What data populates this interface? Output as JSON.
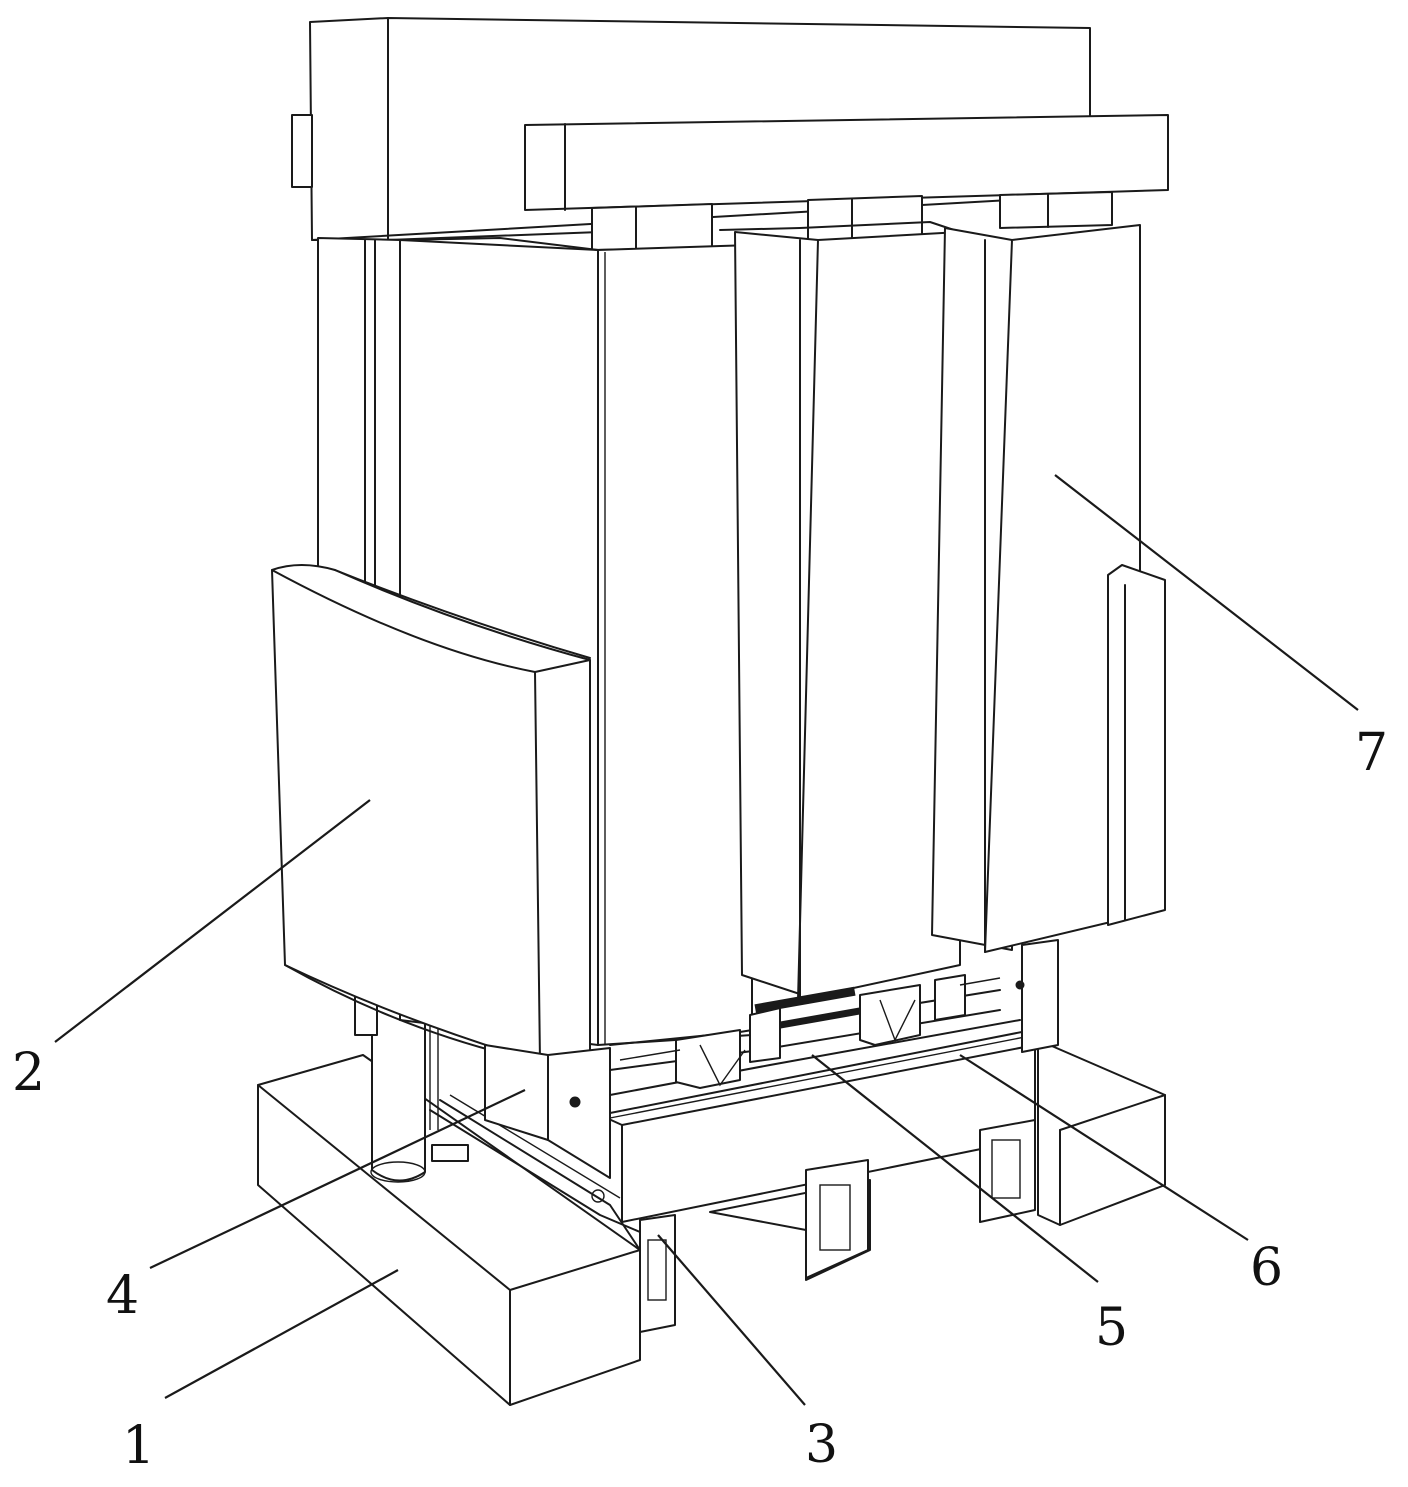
{
  "colors": {
    "line": "#1a1a1a",
    "background": "#ffffff"
  },
  "labels": [
    {
      "id": "label-1",
      "text": "1"
    },
    {
      "id": "label-2",
      "text": "2"
    },
    {
      "id": "label-3",
      "text": "3"
    },
    {
      "id": "label-4",
      "text": "4"
    },
    {
      "id": "label-5",
      "text": "5"
    },
    {
      "id": "label-6",
      "text": "6"
    },
    {
      "id": "label-7",
      "text": "7"
    }
  ]
}
